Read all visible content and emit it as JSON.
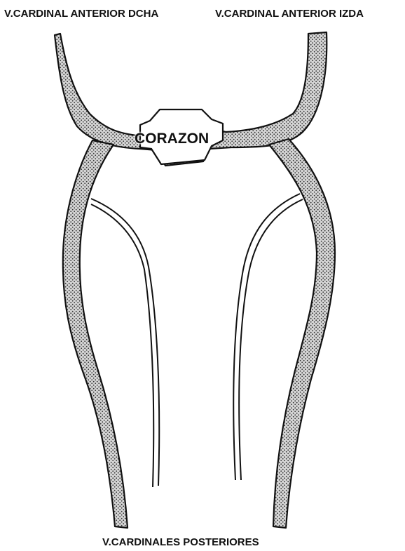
{
  "labels": {
    "anterior_right": "V.CARDINAL ANTERIOR DCHA",
    "anterior_left": "V.CARDINAL ANTERIOR IZDA",
    "heart": "CORAZON",
    "posterior": "V.CARDINALES POSTERIORES"
  },
  "colors": {
    "line": "#111111",
    "stipple_dot": "#2a2a2a",
    "vessel_fill": "#d8d8d8",
    "background": "#ffffff"
  }
}
